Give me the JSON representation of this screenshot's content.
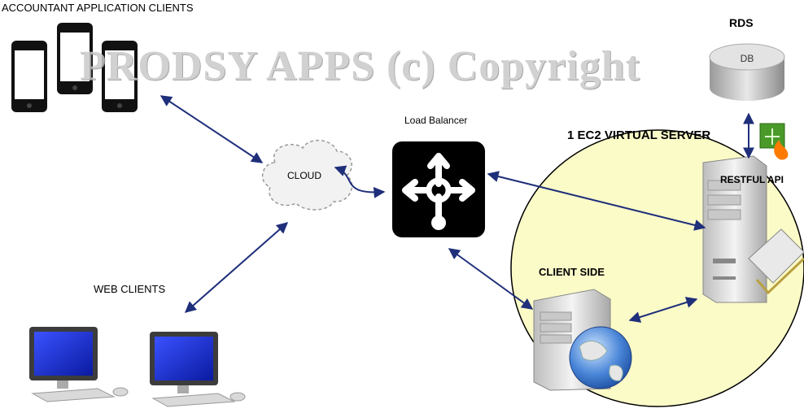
{
  "watermark": "PRODSY APPS (c) Copyright",
  "labels": {
    "accountant_clients": "ACCOUNTANT APPLICATION CLIENTS",
    "web_clients": "WEB CLIENTS",
    "cloud": "CLOUD",
    "load_balancer": "Load Balancer",
    "rds": "RDS",
    "db": "DB",
    "ec2": "1 EC2 VIRTUAL SERVER",
    "restful_api": "RESTFUL API",
    "client_side": "CLIENT SIDE"
  },
  "colors": {
    "arrow": "#1f2f7a",
    "ec2_zone": "#fbfbc8",
    "monitor_screen": "#1b2fd0",
    "load_balancer": "#000000"
  }
}
